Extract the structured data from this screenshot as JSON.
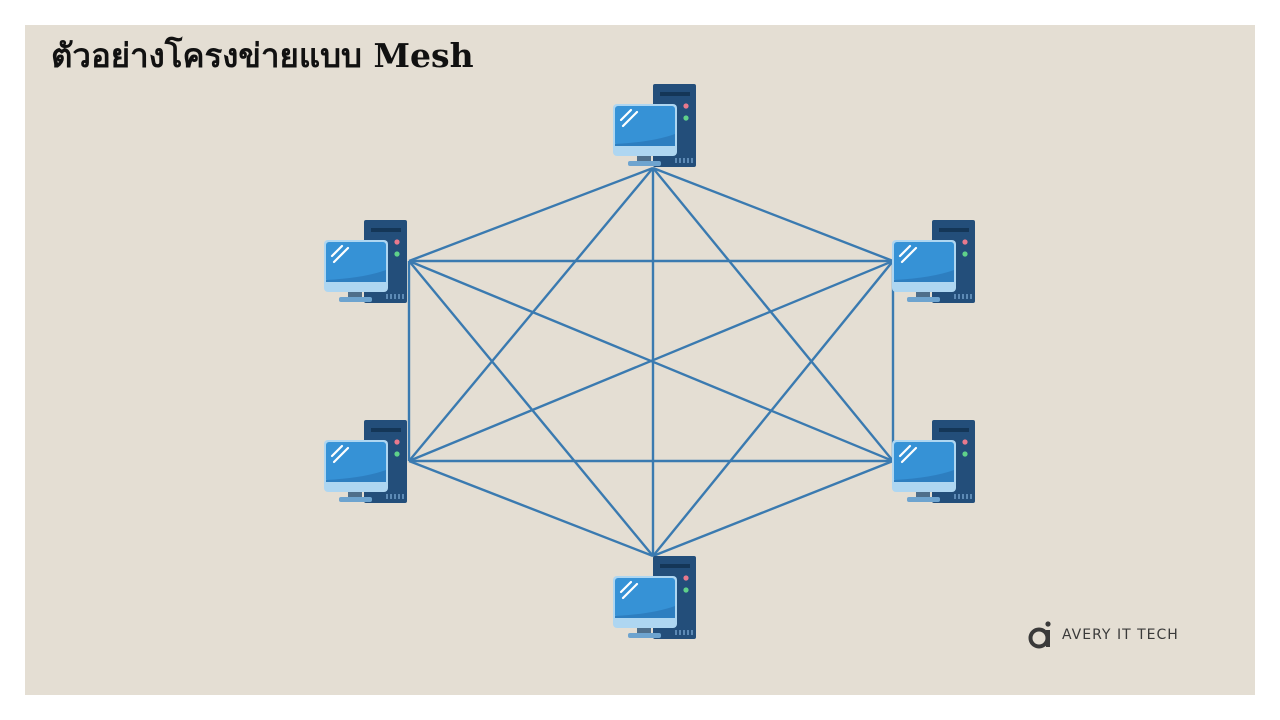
{
  "slide": {
    "title": "ตัวอย่างโครงข่ายแบบ Mesh",
    "background": "#e4ded3"
  },
  "diagram": {
    "type": "mesh-network",
    "link_color": "#3a7ab0",
    "nodes": [
      {
        "id": "top",
        "icon": "desktop-computer-icon"
      },
      {
        "id": "upper-left",
        "icon": "desktop-computer-icon"
      },
      {
        "id": "upper-right",
        "icon": "desktop-computer-icon"
      },
      {
        "id": "lower-left",
        "icon": "desktop-computer-icon"
      },
      {
        "id": "lower-right",
        "icon": "desktop-computer-icon"
      },
      {
        "id": "bottom",
        "icon": "desktop-computer-icon"
      }
    ]
  },
  "brand": {
    "logo_icon": "ai-logo-icon",
    "text": "AVERY IT TECH"
  }
}
